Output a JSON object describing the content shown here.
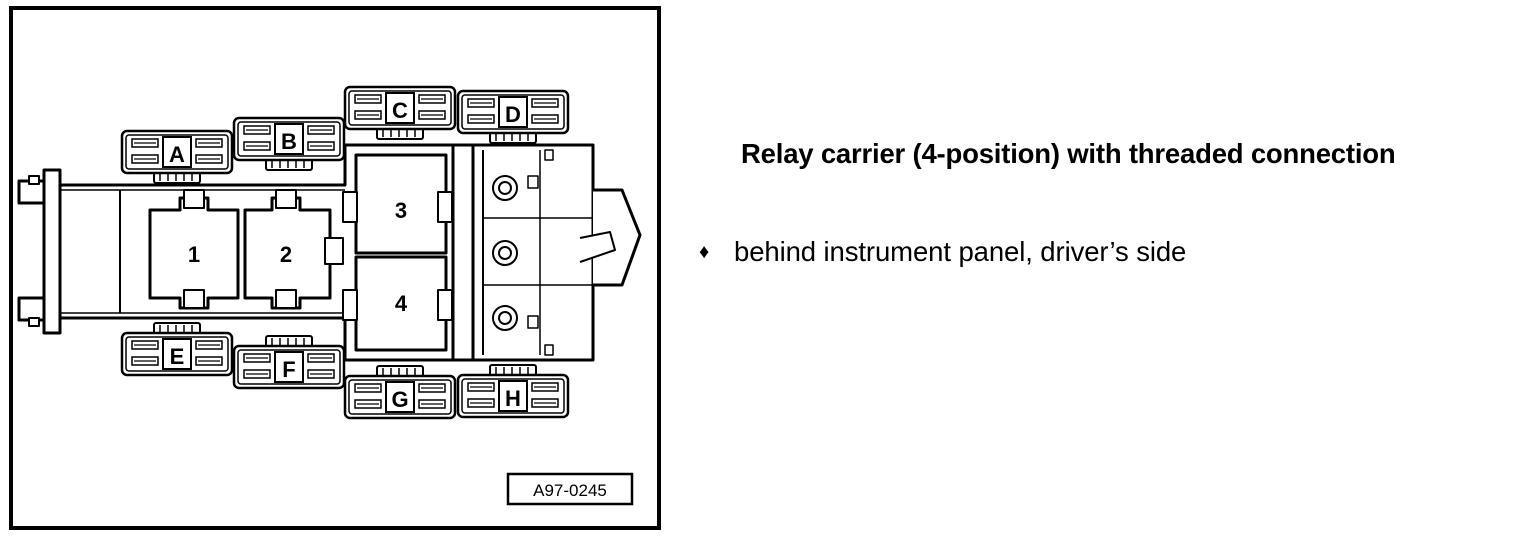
{
  "heading": "Relay carrier (4-position) with threaded connection",
  "bullet": {
    "symbol": "♦",
    "text": "behind instrument panel, driver’s side"
  },
  "figure_id": "A97-0245",
  "relay_positions": [
    "1",
    "2",
    "3",
    "4"
  ],
  "connectors": [
    "A",
    "B",
    "C",
    "D",
    "E",
    "F",
    "G",
    "H"
  ]
}
